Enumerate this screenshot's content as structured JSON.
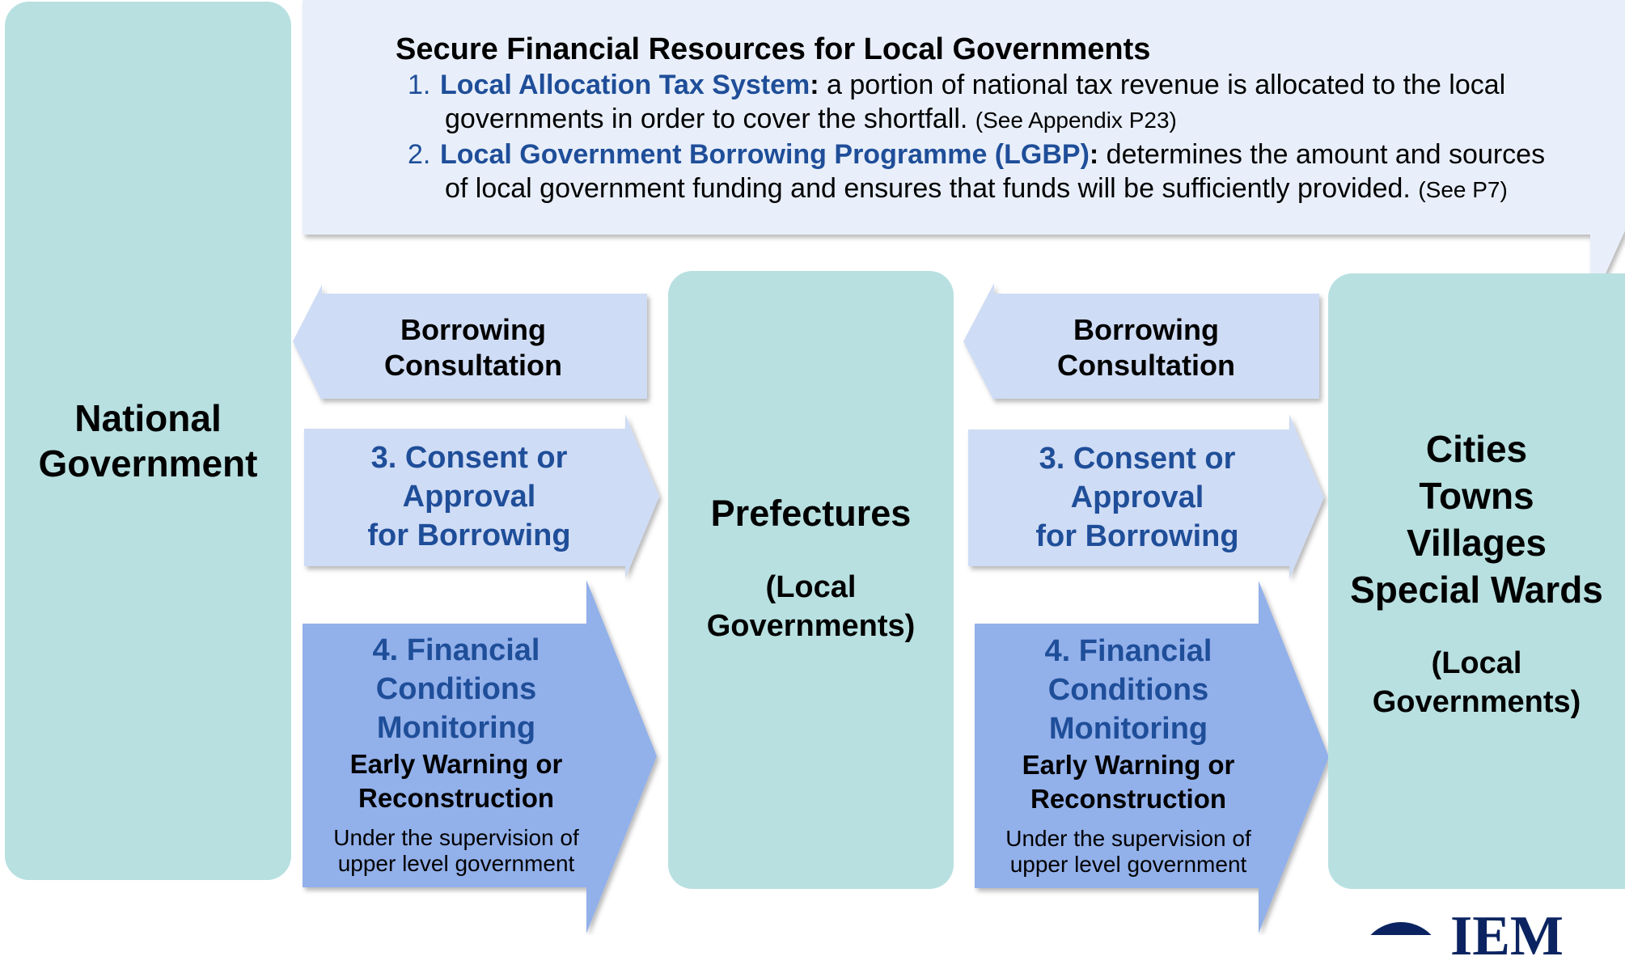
{
  "callout": {
    "title": "Secure Financial Resources for Local Governments",
    "items": [
      {
        "number": "1.",
        "label": "Local Allocation Tax System",
        "colon": ":",
        "text_line1": " a portion of national tax revenue is allocated to the local",
        "text_line2": "governments in order to cover the shortfall.",
        "reference": "(See Appendix P23)"
      },
      {
        "number": "2.",
        "label": "Local Government Borrowing Programme (LGBP)",
        "colon": ":",
        "text_line1": " determines the amount and sources",
        "text_line2": "of local government funding and ensures that funds will be sufficiently provided.",
        "reference": "(See P7)"
      }
    ]
  },
  "national": {
    "line1": "National",
    "line2": "Government"
  },
  "prefectures": {
    "title": "Prefectures",
    "sub_line1": "(Local",
    "sub_line2": "Governments)"
  },
  "cities": {
    "lines": [
      "Cities",
      "Towns",
      "Villages",
      "Special Wards"
    ],
    "sub_line1": "(Local",
    "sub_line2": "Governments)"
  },
  "arrows": {
    "consultation": {
      "line1": "Borrowing",
      "line2": "Consultation"
    },
    "consent": {
      "line1": "3. Consent or",
      "line2": "Approval",
      "line3": "for Borrowing"
    },
    "monitoring": {
      "line1": "4. Financial",
      "line2": "Conditions",
      "line3": "Monitoring",
      "sub_line1": "Early Warning or",
      "sub_line2": "Reconstruction",
      "note_line1": "Under the supervision of",
      "note_line2": "upper level government"
    }
  },
  "logo": {
    "text": "IEM"
  },
  "colors": {
    "government_box": "#b8e0e1",
    "callout_fill": "#e8effa",
    "consultation_arrow": "#cfdcf5",
    "consent_arrow": "#cfdcf5",
    "monitoring_arrow": "#92b0ea",
    "accent_text": "#1f4e99",
    "logo": "#0b2461"
  }
}
